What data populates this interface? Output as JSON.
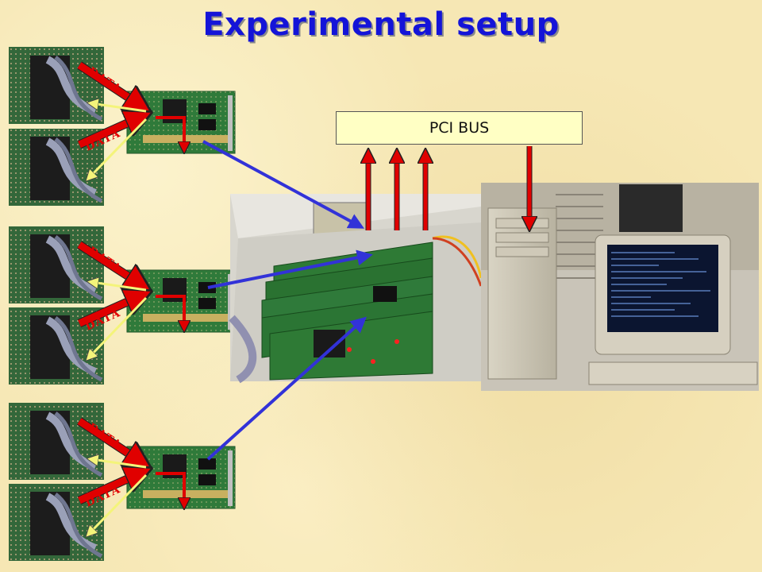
{
  "title": "Experimental setup",
  "pci_bus_label": "PCI BUS",
  "data_label": "DATA",
  "colors": {
    "title": "#1414d8",
    "pci_bus_fill": "#ffffc4",
    "red_arrow": "#e00000",
    "blue_arrow": "#3232d8",
    "yellow_arrow": "#f4f47a",
    "pcb_green": "#2f7a3a"
  }
}
